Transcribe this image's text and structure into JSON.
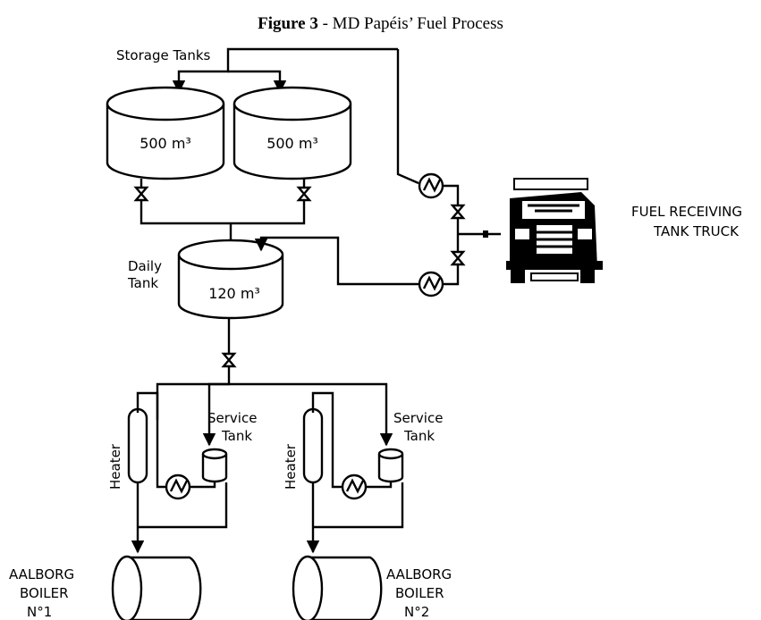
{
  "figure": {
    "number": "Figure 3",
    "separator": " - ",
    "caption": "MD Papéis’ Fuel Process"
  },
  "labels": {
    "storage_tanks": "Storage Tanks",
    "storage_tank_1_capacity": "500 m³",
    "storage_tank_2_capacity": "500 m³",
    "daily_tank_line1": "Daily",
    "daily_tank_line2": "Tank",
    "daily_tank_capacity": "120 m³",
    "truck_line1": "FUEL RECEIVING",
    "truck_line2": "TANK TRUCK",
    "service_tank_1_line1": "Service",
    "service_tank_1_line2": "Tank",
    "service_tank_2_line1": "Service",
    "service_tank_2_line2": "Tank",
    "heater_1": "Heater",
    "heater_2": "Heater",
    "boiler_1_line1": "AALBORG",
    "boiler_1_line2": "BOILER",
    "boiler_1_line3": "N°1",
    "boiler_2_line1": "AALBORG",
    "boiler_2_line2": "BOILER",
    "boiler_2_line3": "N°2"
  }
}
